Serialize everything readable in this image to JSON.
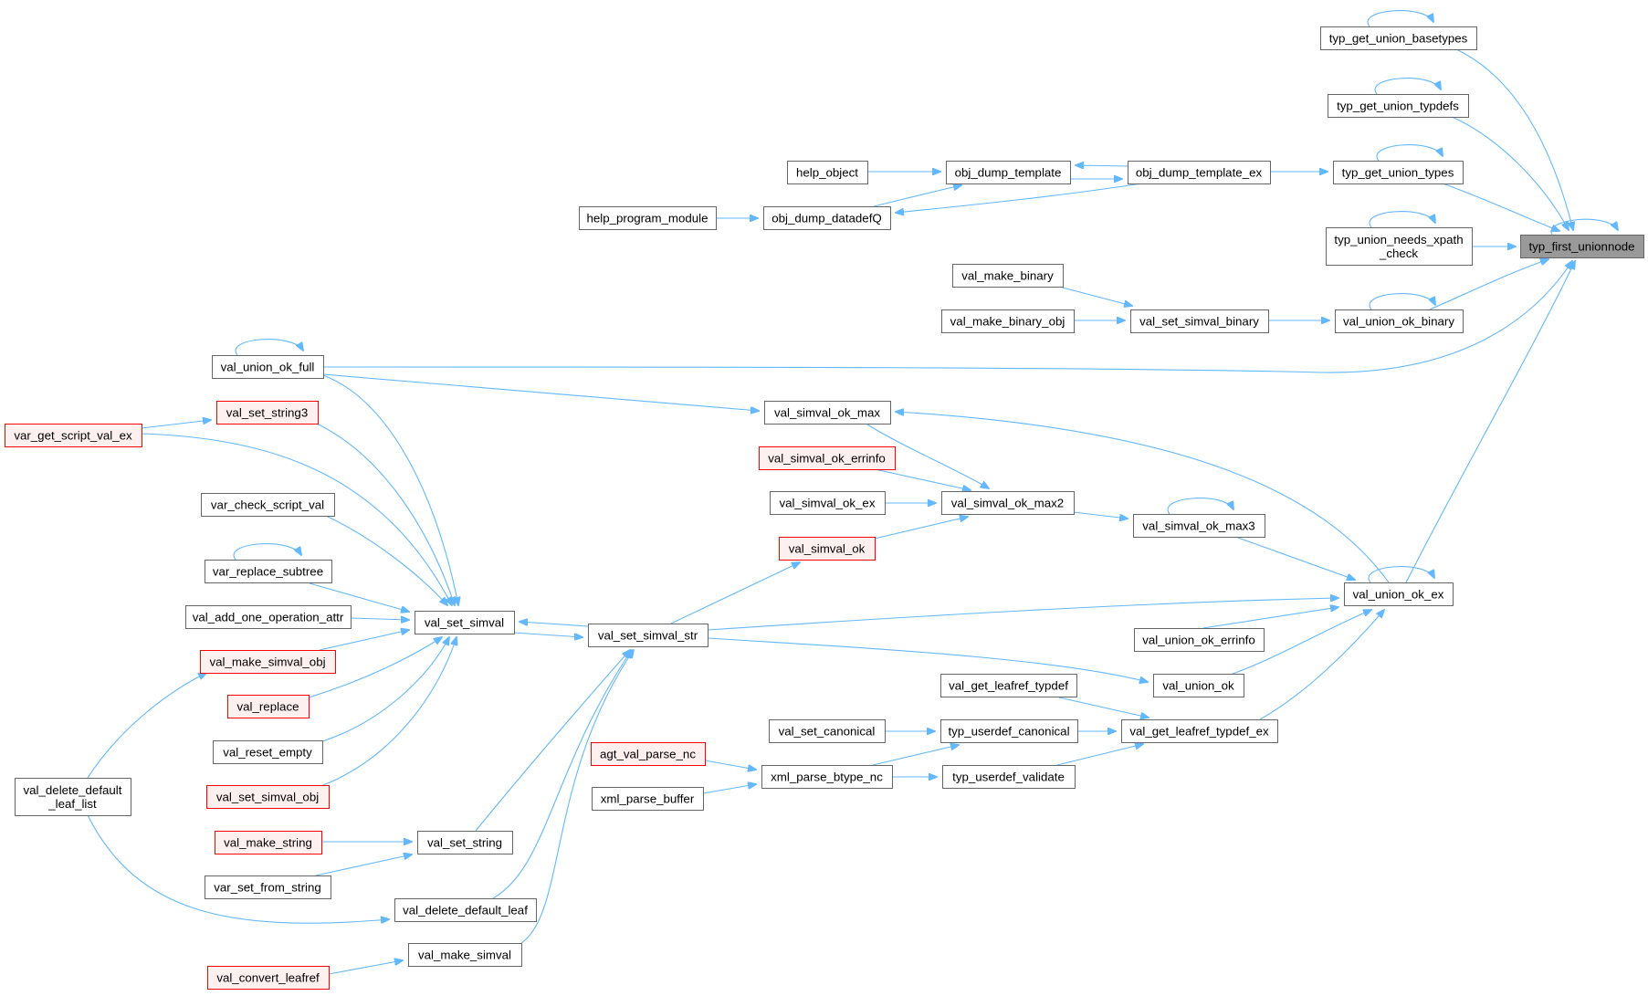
{
  "diagram": {
    "type": "call-graph",
    "root": "typ_first_unionnode",
    "colors": {
      "edge": "#63b8ff",
      "root_fill": "#999999",
      "normal_fill": "#ffffff",
      "normal_border": "#666666",
      "truncated_fill": "#fff0f0",
      "truncated_border": "#ff0000"
    },
    "nodes": [
      {
        "id": "typ_first_unionnode",
        "lines": [
          "typ_first_unionnode"
        ],
        "style": "root"
      },
      {
        "id": "typ_get_union_basetypes",
        "lines": [
          "typ_get_union_basetypes"
        ],
        "style": "normal"
      },
      {
        "id": "typ_get_union_typdefs",
        "lines": [
          "typ_get_union_typdefs"
        ],
        "style": "normal"
      },
      {
        "id": "typ_get_union_types",
        "lines": [
          "typ_get_union_types"
        ],
        "style": "normal"
      },
      {
        "id": "typ_union_needs_xpath_check",
        "lines": [
          "typ_union_needs_xpath",
          "_check"
        ],
        "style": "normal"
      },
      {
        "id": "val_union_ok_binary",
        "lines": [
          "val_union_ok_binary"
        ],
        "style": "normal"
      },
      {
        "id": "val_union_ok_full",
        "lines": [
          "val_union_ok_full"
        ],
        "style": "normal"
      },
      {
        "id": "val_union_ok_ex",
        "lines": [
          "val_union_ok_ex"
        ],
        "style": "normal"
      },
      {
        "id": "obj_dump_template_ex",
        "lines": [
          "obj_dump_template_ex"
        ],
        "style": "normal"
      },
      {
        "id": "obj_dump_template",
        "lines": [
          "obj_dump_template"
        ],
        "style": "normal"
      },
      {
        "id": "help_object",
        "lines": [
          "help_object"
        ],
        "style": "normal"
      },
      {
        "id": "obj_dump_datadefQ",
        "lines": [
          "obj_dump_datadefQ"
        ],
        "style": "normal"
      },
      {
        "id": "help_program_module",
        "lines": [
          "help_program_module"
        ],
        "style": "normal"
      },
      {
        "id": "val_make_binary",
        "lines": [
          "val_make_binary"
        ],
        "style": "normal"
      },
      {
        "id": "val_make_binary_obj",
        "lines": [
          "val_make_binary_obj"
        ],
        "style": "normal"
      },
      {
        "id": "val_set_simval_binary",
        "lines": [
          "val_set_simval_binary"
        ],
        "style": "normal"
      },
      {
        "id": "val_set_string3",
        "lines": [
          "val_set_string3"
        ],
        "style": "red"
      },
      {
        "id": "var_get_script_val_ex",
        "lines": [
          "var_get_script_val_ex"
        ],
        "style": "red"
      },
      {
        "id": "var_check_script_val",
        "lines": [
          "var_check_script_val"
        ],
        "style": "normal"
      },
      {
        "id": "var_replace_subtree",
        "lines": [
          "var_replace_subtree"
        ],
        "style": "normal"
      },
      {
        "id": "val_add_one_operation_attr",
        "lines": [
          "val_add_one_operation_attr"
        ],
        "style": "normal"
      },
      {
        "id": "val_make_simval_obj",
        "lines": [
          "val_make_simval_obj"
        ],
        "style": "red"
      },
      {
        "id": "val_replace",
        "lines": [
          "val_replace"
        ],
        "style": "red"
      },
      {
        "id": "val_reset_empty",
        "lines": [
          "val_reset_empty"
        ],
        "style": "normal"
      },
      {
        "id": "val_set_simval_obj",
        "lines": [
          "val_set_simval_obj"
        ],
        "style": "red"
      },
      {
        "id": "val_set_simval",
        "lines": [
          "val_set_simval"
        ],
        "style": "normal"
      },
      {
        "id": "val_delete_default_leaf_list",
        "lines": [
          "val_delete_default",
          "_leaf_list"
        ],
        "style": "normal"
      },
      {
        "id": "val_make_string",
        "lines": [
          "val_make_string"
        ],
        "style": "red"
      },
      {
        "id": "val_set_string",
        "lines": [
          "val_set_string"
        ],
        "style": "normal"
      },
      {
        "id": "var_set_from_string",
        "lines": [
          "var_set_from_string"
        ],
        "style": "normal"
      },
      {
        "id": "val_delete_default_leaf",
        "lines": [
          "val_delete_default_leaf"
        ],
        "style": "normal"
      },
      {
        "id": "val_make_simval",
        "lines": [
          "val_make_simval"
        ],
        "style": "normal"
      },
      {
        "id": "val_convert_leafref",
        "lines": [
          "val_convert_leafref"
        ],
        "style": "red"
      },
      {
        "id": "val_set_simval_str",
        "lines": [
          "val_set_simval_str"
        ],
        "style": "normal"
      },
      {
        "id": "val_simval_ok_max",
        "lines": [
          "val_simval_ok_max"
        ],
        "style": "normal"
      },
      {
        "id": "val_simval_ok_errinfo",
        "lines": [
          "val_simval_ok_errinfo"
        ],
        "style": "red"
      },
      {
        "id": "val_simval_ok_ex",
        "lines": [
          "val_simval_ok_ex"
        ],
        "style": "normal"
      },
      {
        "id": "val_simval_ok",
        "lines": [
          "val_simval_ok"
        ],
        "style": "red"
      },
      {
        "id": "val_simval_ok_max2",
        "lines": [
          "val_simval_ok_max2"
        ],
        "style": "normal"
      },
      {
        "id": "val_simval_ok_max3",
        "lines": [
          "val_simval_ok_max3"
        ],
        "style": "normal"
      },
      {
        "id": "val_union_ok_errinfo",
        "lines": [
          "val_union_ok_errinfo"
        ],
        "style": "normal"
      },
      {
        "id": "val_union_ok",
        "lines": [
          "val_union_ok"
        ],
        "style": "normal"
      },
      {
        "id": "val_get_leafref_typdef",
        "lines": [
          "val_get_leafref_typdef"
        ],
        "style": "normal"
      },
      {
        "id": "val_set_canonical",
        "lines": [
          "val_set_canonical"
        ],
        "style": "normal"
      },
      {
        "id": "typ_userdef_canonical",
        "lines": [
          "typ_userdef_canonical"
        ],
        "style": "normal"
      },
      {
        "id": "val_get_leafref_typdef_ex",
        "lines": [
          "val_get_leafref_typdef_ex"
        ],
        "style": "normal"
      },
      {
        "id": "agt_val_parse_nc",
        "lines": [
          "agt_val_parse_nc"
        ],
        "style": "red"
      },
      {
        "id": "xml_parse_btype_nc",
        "lines": [
          "xml_parse_btype_nc"
        ],
        "style": "normal"
      },
      {
        "id": "typ_userdef_validate",
        "lines": [
          "typ_userdef_validate"
        ],
        "style": "normal"
      },
      {
        "id": "xml_parse_buffer",
        "lines": [
          "xml_parse_buffer"
        ],
        "style": "normal"
      }
    ],
    "edges": [
      {
        "from": "typ_get_union_basetypes",
        "to": "typ_first_unionnode"
      },
      {
        "from": "typ_get_union_typdefs",
        "to": "typ_first_unionnode"
      },
      {
        "from": "typ_get_union_types",
        "to": "typ_first_unionnode"
      },
      {
        "from": "typ_union_needs_xpath_check",
        "to": "typ_first_unionnode"
      },
      {
        "from": "val_union_ok_binary",
        "to": "typ_first_unionnode"
      },
      {
        "from": "val_union_ok_full",
        "to": "typ_first_unionnode"
      },
      {
        "from": "val_union_ok_ex",
        "to": "typ_first_unionnode"
      },
      {
        "from": "typ_first_unionnode",
        "to": "typ_first_unionnode"
      },
      {
        "from": "typ_get_union_basetypes",
        "to": "typ_get_union_basetypes"
      },
      {
        "from": "typ_get_union_typdefs",
        "to": "typ_get_union_typdefs"
      },
      {
        "from": "typ_get_union_types",
        "to": "typ_get_union_types"
      },
      {
        "from": "typ_union_needs_xpath_check",
        "to": "typ_union_needs_xpath_check"
      },
      {
        "from": "val_union_ok_binary",
        "to": "val_union_ok_binary"
      },
      {
        "from": "val_union_ok_full",
        "to": "val_union_ok_full"
      },
      {
        "from": "val_union_ok_ex",
        "to": "val_union_ok_ex"
      },
      {
        "from": "var_replace_subtree",
        "to": "var_replace_subtree"
      },
      {
        "from": "val_simval_ok_max3",
        "to": "val_simval_ok_max3"
      },
      {
        "from": "obj_dump_template_ex",
        "to": "typ_get_union_types"
      },
      {
        "from": "obj_dump_template_ex",
        "to": "obj_dump_template"
      },
      {
        "from": "obj_dump_template",
        "to": "obj_dump_template_ex"
      },
      {
        "from": "obj_dump_template_ex",
        "to": "obj_dump_datadefQ"
      },
      {
        "from": "help_object",
        "to": "obj_dump_template"
      },
      {
        "from": "obj_dump_datadefQ",
        "to": "obj_dump_template"
      },
      {
        "from": "help_program_module",
        "to": "obj_dump_datadefQ"
      },
      {
        "from": "val_make_binary",
        "to": "val_set_simval_binary"
      },
      {
        "from": "val_make_binary_obj",
        "to": "val_set_simval_binary"
      },
      {
        "from": "val_set_simval_binary",
        "to": "val_union_ok_binary"
      },
      {
        "from": "val_union_ok_full",
        "to": "val_simval_ok_max"
      },
      {
        "from": "val_union_ok_full",
        "to": "val_set_simval"
      },
      {
        "from": "var_get_script_val_ex",
        "to": "val_set_string3"
      },
      {
        "from": "var_get_script_val_ex",
        "to": "val_set_simval"
      },
      {
        "from": "val_set_string3",
        "to": "val_set_simval"
      },
      {
        "from": "var_check_script_val",
        "to": "val_set_simval"
      },
      {
        "from": "var_replace_subtree",
        "to": "val_set_simval"
      },
      {
        "from": "val_add_one_operation_attr",
        "to": "val_set_simval"
      },
      {
        "from": "val_make_simval_obj",
        "to": "val_set_simval"
      },
      {
        "from": "val_replace",
        "to": "val_set_simval"
      },
      {
        "from": "val_reset_empty",
        "to": "val_set_simval"
      },
      {
        "from": "val_set_simval_obj",
        "to": "val_set_simval"
      },
      {
        "from": "val_delete_default_leaf_list",
        "to": "val_make_simval_obj"
      },
      {
        "from": "val_delete_default_leaf_list",
        "to": "val_delete_default_leaf"
      },
      {
        "from": "val_make_string",
        "to": "val_set_string"
      },
      {
        "from": "var_set_from_string",
        "to": "val_set_string"
      },
      {
        "from": "val_set_string",
        "to": "val_set_simval_str"
      },
      {
        "from": "val_delete_default_leaf",
        "to": "val_set_simval_str"
      },
      {
        "from": "val_make_simval",
        "to": "val_set_simval_str"
      },
      {
        "from": "val_convert_leafref",
        "to": "val_make_simval"
      },
      {
        "from": "val_set_simval_str",
        "to": "val_set_simval"
      },
      {
        "from": "val_set_simval",
        "to": "val_set_simval_str"
      },
      {
        "from": "val_set_simval_str",
        "to": "val_simval_ok"
      },
      {
        "from": "val_set_simval_str",
        "to": "val_union_ok_ex"
      },
      {
        "from": "val_set_simval_str",
        "to": "val_union_ok"
      },
      {
        "from": "val_simval_ok_max",
        "to": "val_simval_ok_max2"
      },
      {
        "from": "val_simval_ok_errinfo",
        "to": "val_simval_ok_max2"
      },
      {
        "from": "val_simval_ok_ex",
        "to": "val_simval_ok_max2"
      },
      {
        "from": "val_simval_ok",
        "to": "val_simval_ok_max2"
      },
      {
        "from": "val_simval_ok_max2",
        "to": "val_simval_ok_max3"
      },
      {
        "from": "val_simval_ok_max3",
        "to": "val_union_ok_ex"
      },
      {
        "from": "val_union_ok_ex",
        "to": "val_simval_ok_max"
      },
      {
        "from": "val_union_ok_errinfo",
        "to": "val_union_ok_ex"
      },
      {
        "from": "val_union_ok",
        "to": "val_union_ok_ex"
      },
      {
        "from": "val_get_leafref_typdef_ex",
        "to": "val_union_ok_ex"
      },
      {
        "from": "val_get_leafref_typdef",
        "to": "val_get_leafref_typdef_ex"
      },
      {
        "from": "typ_userdef_canonical",
        "to": "val_get_leafref_typdef_ex"
      },
      {
        "from": "typ_userdef_validate",
        "to": "val_get_leafref_typdef_ex"
      },
      {
        "from": "val_set_canonical",
        "to": "typ_userdef_canonical"
      },
      {
        "from": "xml_parse_btype_nc",
        "to": "typ_userdef_canonical"
      },
      {
        "from": "xml_parse_btype_nc",
        "to": "typ_userdef_validate"
      },
      {
        "from": "agt_val_parse_nc",
        "to": "xml_parse_btype_nc"
      },
      {
        "from": "xml_parse_buffer",
        "to": "xml_parse_btype_nc"
      }
    ]
  }
}
